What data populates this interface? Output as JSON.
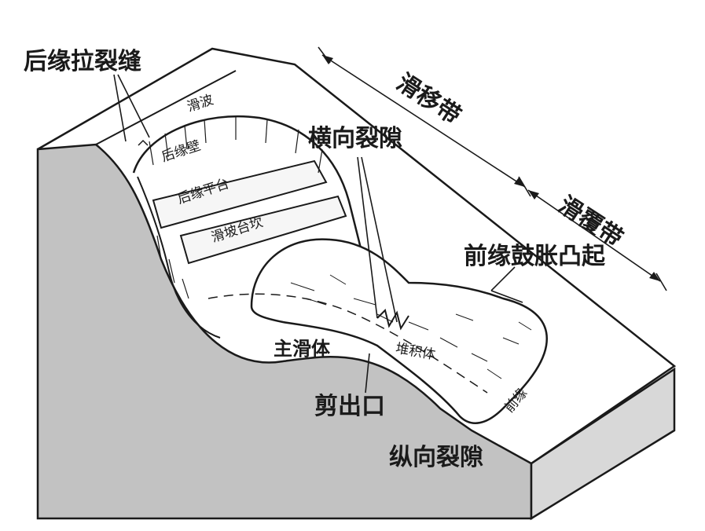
{
  "diagram": {
    "labels": {
      "rear_tension_cracks": "后缘拉裂缝",
      "slide_slope": "滑波",
      "rear_wall": "后缘壁",
      "rear_platform": "后缘平台",
      "slope_steps": "滑坡台坎",
      "transverse_cracks": "横向裂隙",
      "sliding_zone": "滑移带",
      "overlap_zone": "滑覆带",
      "front_bulge": "前缘鼓胀凸起",
      "main_body": "主滑体",
      "accumulation": "堆积体",
      "shear_outlet": "剪出口",
      "longitudinal_cracks": "纵向裂隙",
      "front_edge": "前缘"
    },
    "colors": {
      "ink": "#1a1a1a",
      "block_side": "#bdbdbd",
      "block_top": "#ffffff",
      "scarp_fill": "#f4f4f4"
    }
  }
}
